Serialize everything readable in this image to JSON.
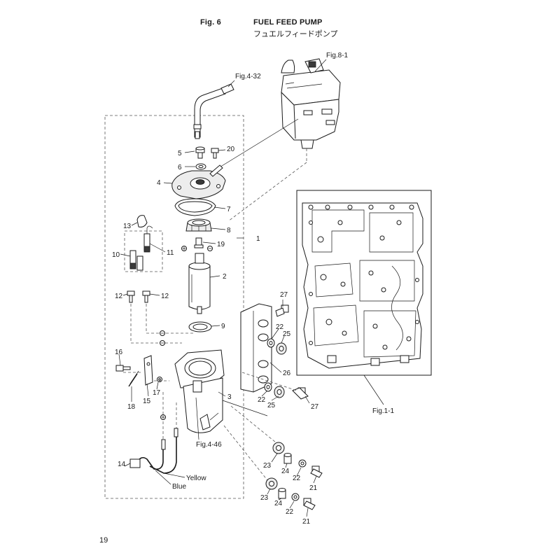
{
  "header": {
    "fig_label": "Fig. 6",
    "title_en": "FUEL FEED PUMP",
    "title_jp": "フュエルフィードポンプ"
  },
  "page_number": "19",
  "references": {
    "fig_8_1": "Fig.8-1",
    "fig_4_32": "Fig.4-32",
    "fig_1_1": "Fig.1-1",
    "fig_4_46": "Fig.4-46"
  },
  "wire_colors": {
    "yellow": "Yellow",
    "blue": "Blue"
  },
  "callouts": {
    "c1": "1",
    "c2": "2",
    "c3": "3",
    "c4": "4",
    "c5": "5",
    "c6": "6",
    "c7": "7",
    "c8": "8",
    "c9": "9",
    "c10": "10",
    "c11": "11",
    "c12a": "12",
    "c12b": "12",
    "c13": "13",
    "c14": "14",
    "c15": "15",
    "c16": "16",
    "c17": "17",
    "c18": "18",
    "c19": "19",
    "c20": "20",
    "c21a": "21",
    "c21b": "21",
    "c22a": "22",
    "c22b": "22",
    "c22c": "22",
    "c22d": "22",
    "c23a": "23",
    "c23b": "23",
    "c24a": "24",
    "c24b": "24",
    "c25a": "25",
    "c25b": "25",
    "c26": "26",
    "c27a": "27",
    "c27b": "27"
  }
}
